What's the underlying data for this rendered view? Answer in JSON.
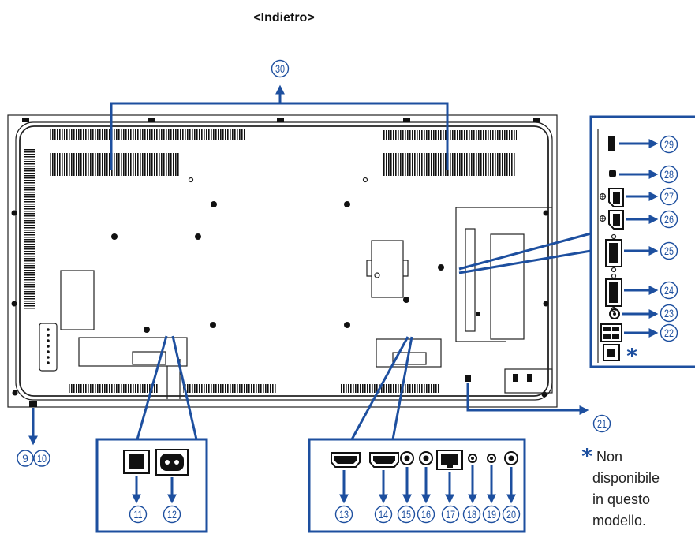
{
  "title": "<Indietro>",
  "colors": {
    "accent": "#1d4f9f",
    "line": "#222222"
  },
  "callouts": {
    "top": "30",
    "bottom_left": [
      "9",
      "10"
    ],
    "power": [
      "11",
      "12"
    ],
    "inputs": [
      "13",
      "14",
      "15",
      "16",
      "17",
      "18",
      "19",
      "20"
    ],
    "bottom_right": "21",
    "side": [
      "29",
      "28",
      "27",
      "26",
      "25",
      "24",
      "23",
      "22"
    ]
  },
  "side_asterisk": "*",
  "note": {
    "asterisk": "*",
    "lines": [
      "Non",
      "disponibile",
      "in questo",
      "modello."
    ]
  }
}
